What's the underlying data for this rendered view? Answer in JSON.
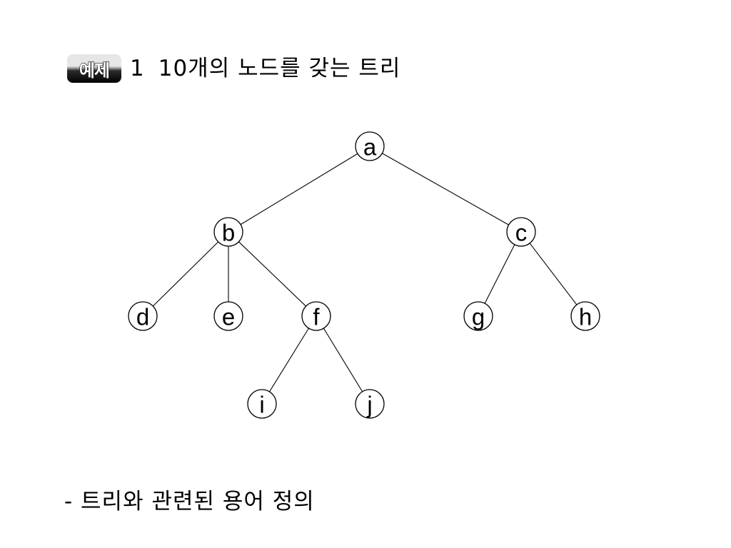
{
  "heading": {
    "badge": "예제",
    "number": "1",
    "text": "10개의 노드를 갖는 트리"
  },
  "tree": {
    "nodes": [
      {
        "id": "a",
        "label": "a"
      },
      {
        "id": "b",
        "label": "b"
      },
      {
        "id": "c",
        "label": "c"
      },
      {
        "id": "d",
        "label": "d"
      },
      {
        "id": "e",
        "label": "e"
      },
      {
        "id": "f",
        "label": "f"
      },
      {
        "id": "g",
        "label": "g"
      },
      {
        "id": "h",
        "label": "h"
      },
      {
        "id": "i",
        "label": "i"
      },
      {
        "id": "j",
        "label": "j"
      }
    ],
    "edges": [
      [
        "a",
        "b"
      ],
      [
        "a",
        "c"
      ],
      [
        "b",
        "d"
      ],
      [
        "b",
        "e"
      ],
      [
        "b",
        "f"
      ],
      [
        "c",
        "g"
      ],
      [
        "c",
        "h"
      ],
      [
        "f",
        "i"
      ],
      [
        "f",
        "j"
      ]
    ]
  },
  "bullet": "- 트리와 관련된 용어 정의"
}
